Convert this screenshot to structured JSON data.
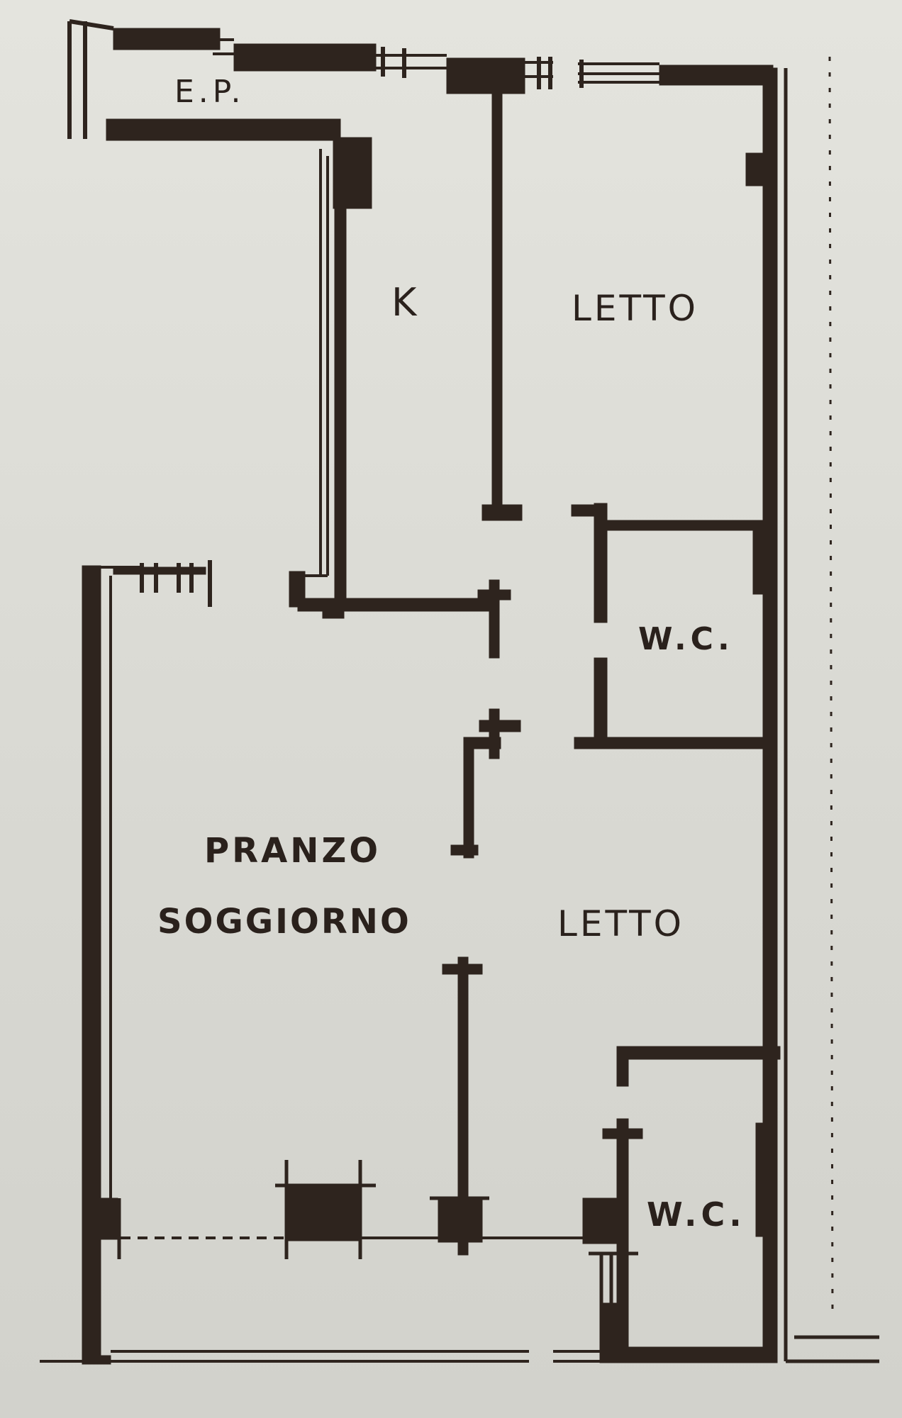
{
  "plan": {
    "wall_color": "#2e241e",
    "paper_color": "#dcdcd6",
    "labels": {
      "ep": "E.P.",
      "kitchen": "K",
      "bedroom_top": "LETTO",
      "wc_top": "W.C.",
      "pranzo": "PRANZO",
      "soggiorno": "SOGGIORNO",
      "bedroom_bottom": "LETTO",
      "wc_bottom": "W.C."
    }
  }
}
